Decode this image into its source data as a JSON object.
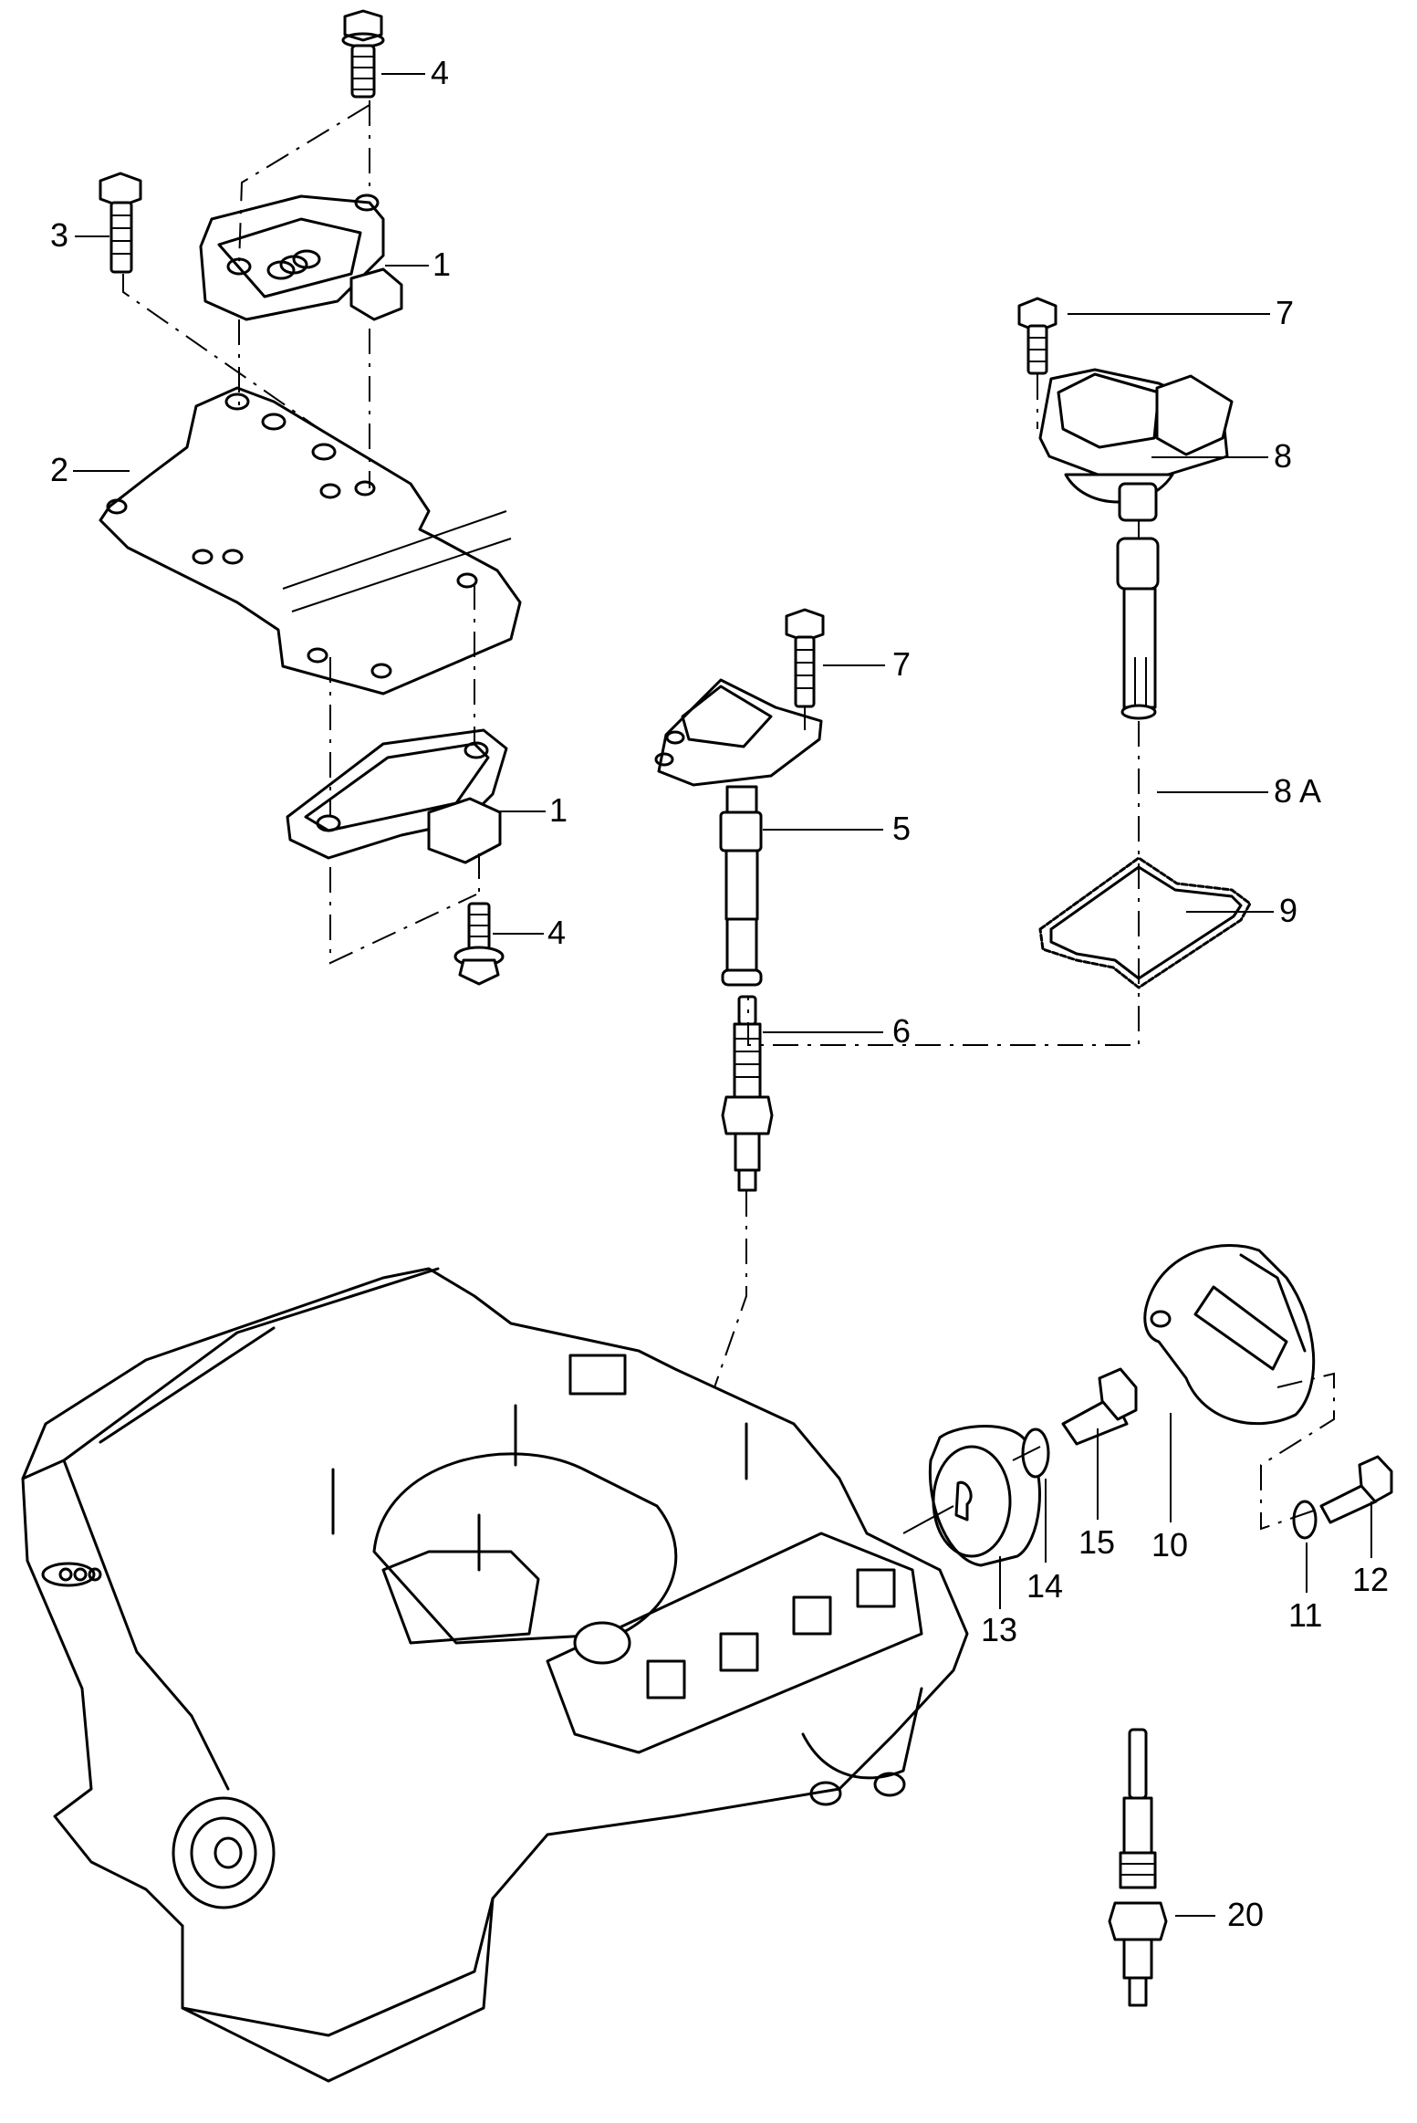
{
  "diagram": {
    "title": "Ignition system exploded parts diagram",
    "background_color": "#ffffff",
    "line_color": "#000000",
    "callouts": [
      {
        "id": "c1a",
        "label": "1",
        "part": "ignition-control-module-upper"
      },
      {
        "id": "c1b",
        "label": "1",
        "part": "ignition-control-module-lower"
      },
      {
        "id": "c2",
        "label": "2",
        "part": "mounting-bracket"
      },
      {
        "id": "c3",
        "label": "3",
        "part": "hex-bolt"
      },
      {
        "id": "c4a",
        "label": "4",
        "part": "flange-bolt-upper"
      },
      {
        "id": "c4b",
        "label": "4",
        "part": "flange-bolt-lower"
      },
      {
        "id": "c5",
        "label": "5",
        "part": "ignition-coil-pencil"
      },
      {
        "id": "c6",
        "label": "6",
        "part": "spark-plug"
      },
      {
        "id": "c7a",
        "label": "7",
        "part": "coil-bolt-center"
      },
      {
        "id": "c7b",
        "label": "7",
        "part": "coil-bolt-right"
      },
      {
        "id": "c8",
        "label": "8",
        "part": "ignition-coil"
      },
      {
        "id": "c8A",
        "label": "8 A",
        "part": "coil-extension-boot"
      },
      {
        "id": "c9",
        "label": "9",
        "part": "gasket-seal"
      },
      {
        "id": "c10",
        "label": "10",
        "part": "sensor-housing-clamp"
      },
      {
        "id": "c11",
        "label": "11",
        "part": "washer-small"
      },
      {
        "id": "c12",
        "label": "12",
        "part": "clamp-bolt"
      },
      {
        "id": "c13",
        "label": "13",
        "part": "knock-sensor-disc"
      },
      {
        "id": "c14",
        "label": "14",
        "part": "washer"
      },
      {
        "id": "c15",
        "label": "15",
        "part": "sensor-bolt"
      },
      {
        "id": "c20",
        "label": "20",
        "part": "glow-plug"
      }
    ]
  }
}
